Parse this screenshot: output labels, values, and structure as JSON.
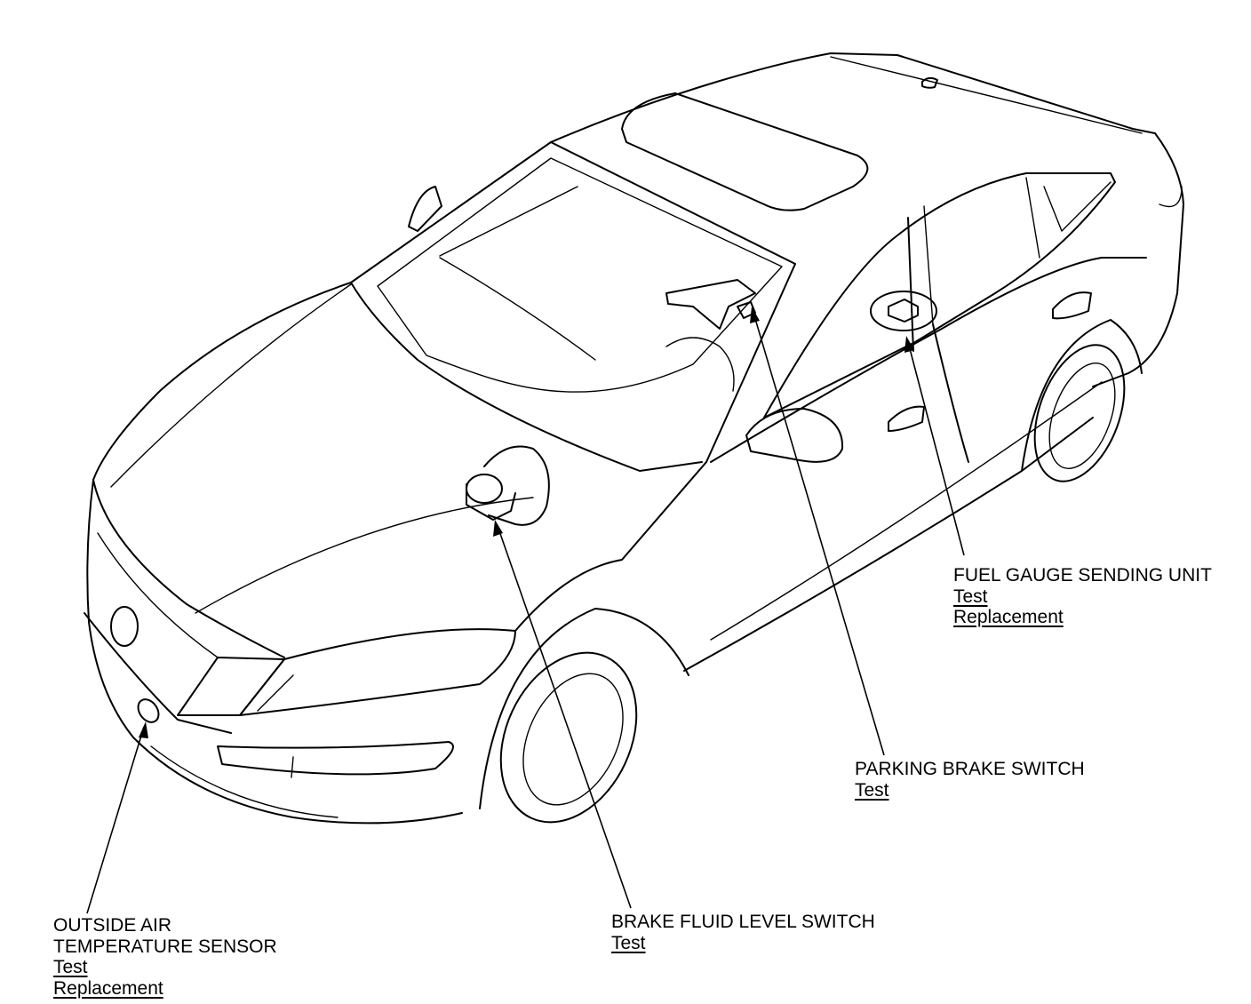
{
  "callouts": {
    "outside_air_temp": {
      "title_line1": "OUTSIDE AIR",
      "title_line2": "TEMPERATURE SENSOR",
      "links": [
        "Test",
        "Replacement"
      ]
    },
    "brake_fluid": {
      "title": "BRAKE FLUID LEVEL SWITCH",
      "links": [
        "Test"
      ]
    },
    "parking_brake": {
      "title": "PARKING BRAKE SWITCH",
      "links": [
        "Test"
      ]
    },
    "fuel_gauge": {
      "title": "FUEL GAUGE SENDING UNIT",
      "links": [
        "Test",
        "Replacement"
      ]
    }
  }
}
